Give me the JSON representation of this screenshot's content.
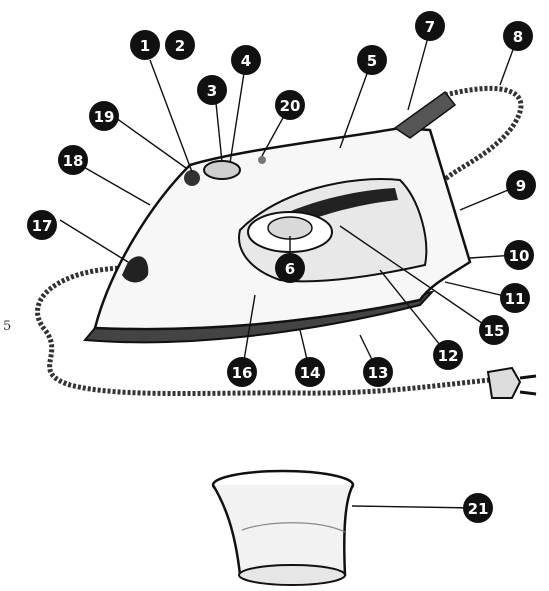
{
  "diagram": {
    "subject": "steam-iron-parts-diagram",
    "stray_mark": "5",
    "callouts": [
      {
        "label": "1"
      },
      {
        "label": "2"
      },
      {
        "label": "3"
      },
      {
        "label": "4"
      },
      {
        "label": "5"
      },
      {
        "label": "6"
      },
      {
        "label": "7"
      },
      {
        "label": "8"
      },
      {
        "label": "9"
      },
      {
        "label": "10"
      },
      {
        "label": "11"
      },
      {
        "label": "12"
      },
      {
        "label": "13"
      },
      {
        "label": "14"
      },
      {
        "label": "15"
      },
      {
        "label": "16"
      },
      {
        "label": "17"
      },
      {
        "label": "18"
      },
      {
        "label": "19"
      },
      {
        "label": "20"
      },
      {
        "label": "21"
      }
    ]
  },
  "colors": {
    "ink": "#111111",
    "paper": "#ffffff",
    "shade": "#cfcfcf"
  }
}
